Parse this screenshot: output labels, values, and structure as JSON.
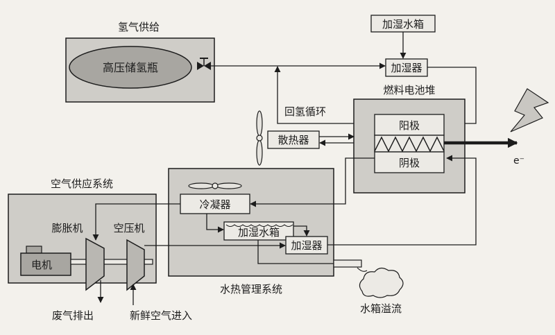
{
  "colors": {
    "background": "#f3f1ec",
    "panel": "#cfcdc8",
    "panel_dark": "#b9b7b2",
    "box": "#eceae5",
    "tank_fill": "#a8a6a1",
    "line": "#1c1c1c",
    "bolt": "#c9c7c2"
  },
  "diagram": {
    "labels": {
      "hydrogen_supply": "氢气供给",
      "hydrogen_tank": "高压储氢瓶",
      "humidifier_tank_top": "加湿水箱",
      "humidifier_top": "加湿器",
      "fuel_cell_stack": "燃料电池堆",
      "hydrogen_recirculation": "回氢循环",
      "anode": "阳极",
      "cathode": "阴极",
      "radiator": "散热器",
      "electron": "e⁻",
      "air_supply_system": "空气供应系统",
      "expander": "膨胀机",
      "compressor": "空压机",
      "motor": "电机",
      "condenser": "冷凝器",
      "humidifier_tank_mid": "加湿水箱",
      "humidifier_mid": "加湿器",
      "water_heat_system": "水热管理系统",
      "exhaust_out": "废气排出",
      "fresh_air_in": "新鲜空气进入",
      "tank_overflow": "水箱溢流"
    }
  }
}
